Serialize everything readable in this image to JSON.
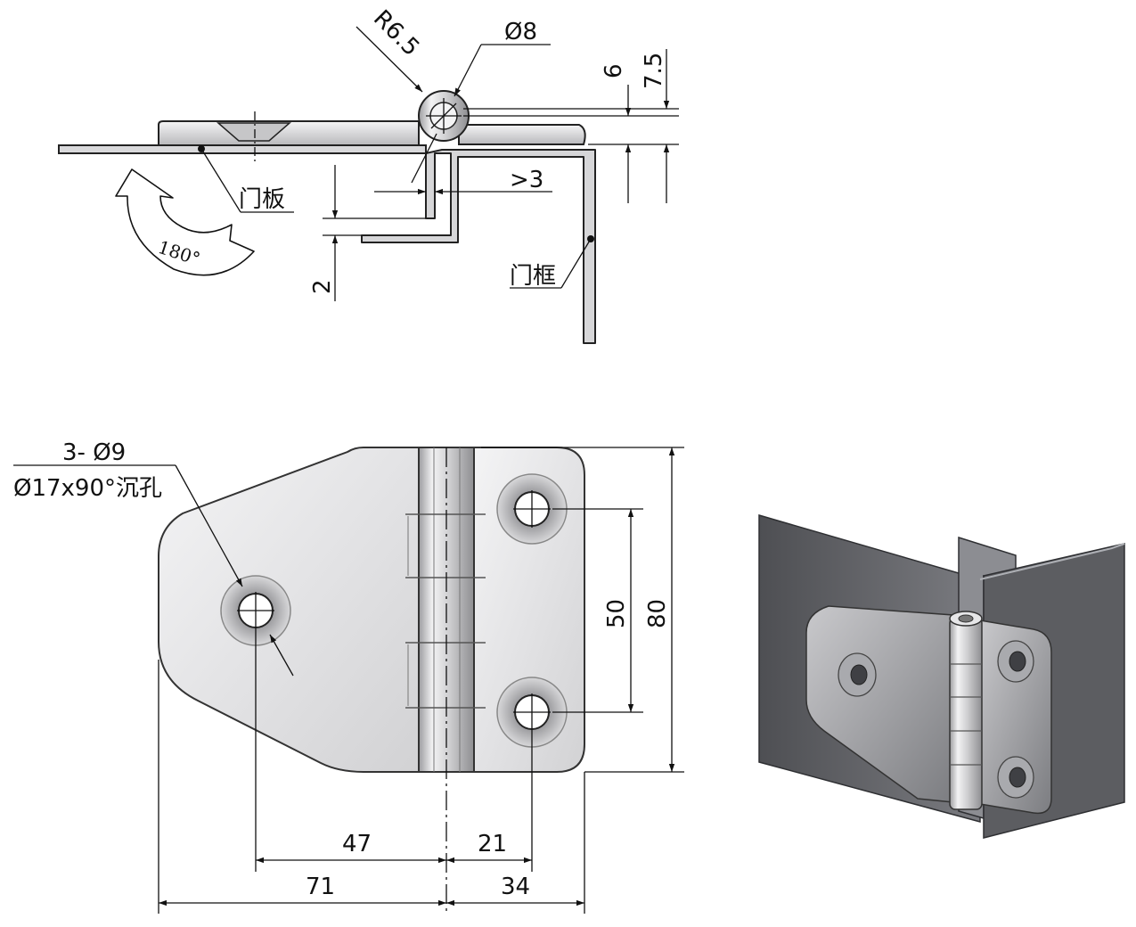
{
  "colors": {
    "line": "#111111",
    "steel_light": "#e9e9ea",
    "steel_mid": "#c9c9cb",
    "steel_dark": "#8a8a8c",
    "panel": "#6b6c70",
    "panel_edge": "#3a3b3e"
  },
  "side_view": {
    "labels": {
      "radius": "R6.5",
      "pin_diameter": "Ø8",
      "dim_6": "6",
      "dim_7_5": "7.5",
      "gap": ">3",
      "dim_2": "2",
      "rotation": "180°",
      "door_panel": "门板",
      "door_frame": "门框"
    }
  },
  "front_view": {
    "labels": {
      "hole_count": "3- Ø9",
      "countersink": "Ø17x90°沉孔",
      "dim_50": "50",
      "dim_80": "80",
      "dim_47": "47",
      "dim_21": "21",
      "dim_71": "71",
      "dim_34": "34"
    }
  }
}
